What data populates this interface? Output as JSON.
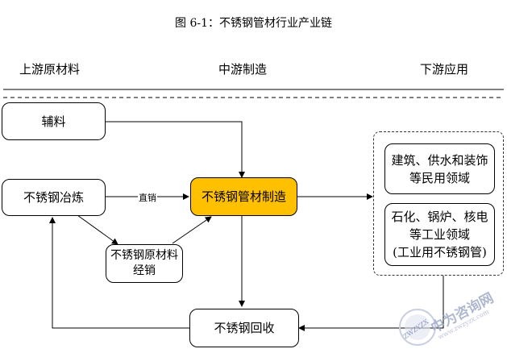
{
  "title": "图 6-1：不锈钢管材行业产业链",
  "columns": {
    "upstream": "上游原材料",
    "midstream": "中游制造",
    "downstream": "下游应用"
  },
  "nodes": {
    "auxiliary": "辅料",
    "smelting": "不锈钢冶炼",
    "manufacturing": "不锈钢管材制造",
    "raw_distribution_1": "不锈钢原材料",
    "raw_distribution_2": "经销",
    "recycling": "不锈钢回收",
    "civil_1": "建筑、供水和装饰",
    "civil_2": "等民用领域",
    "industrial_1": "石化、锅炉、核电",
    "industrial_2": "等工业领域",
    "industrial_3": "(工业用不锈钢管)"
  },
  "edge_labels": {
    "direct_sales": "直销"
  },
  "watermark": {
    "brand": "中为咨询网",
    "url": "www.zwzyzx.com",
    "logo_text": "ZWZYZX"
  }
}
